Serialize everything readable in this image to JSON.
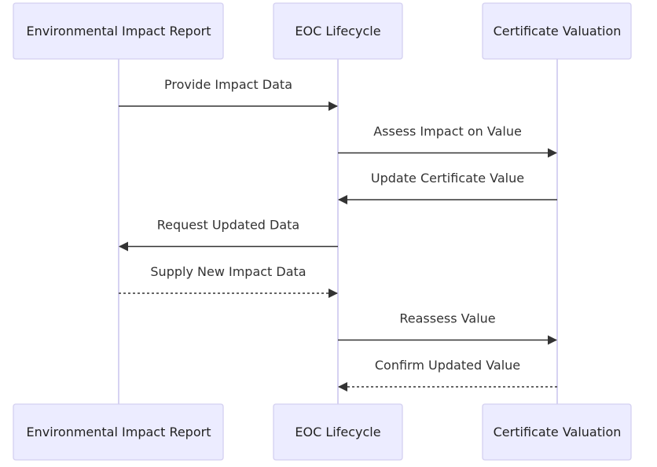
{
  "diagram": {
    "type": "sequence",
    "participants": [
      {
        "id": "eir",
        "label": "Environmental Impact Report"
      },
      {
        "id": "eoc",
        "label": "EOC Lifecycle"
      },
      {
        "id": "cv",
        "label": "Certificate Valuation"
      }
    ],
    "messages": [
      {
        "from": "eir",
        "to": "eoc",
        "label": "Provide Impact Data",
        "style": "solid"
      },
      {
        "from": "eoc",
        "to": "cv",
        "label": "Assess Impact on Value",
        "style": "solid"
      },
      {
        "from": "cv",
        "to": "eoc",
        "label": "Update Certificate Value",
        "style": "solid"
      },
      {
        "from": "eoc",
        "to": "eir",
        "label": "Request Updated Data",
        "style": "solid"
      },
      {
        "from": "eir",
        "to": "eoc",
        "label": "Supply New Impact Data",
        "style": "dotted"
      },
      {
        "from": "eoc",
        "to": "cv",
        "label": "Reassess Value",
        "style": "solid"
      },
      {
        "from": "cv",
        "to": "eoc",
        "label": "Confirm Updated Value",
        "style": "dotted"
      }
    ]
  },
  "colors": {
    "actor_fill": "#ececff",
    "actor_border": "#d4d0f0",
    "lifeline": "#d6d2f2",
    "message": "#333333"
  }
}
